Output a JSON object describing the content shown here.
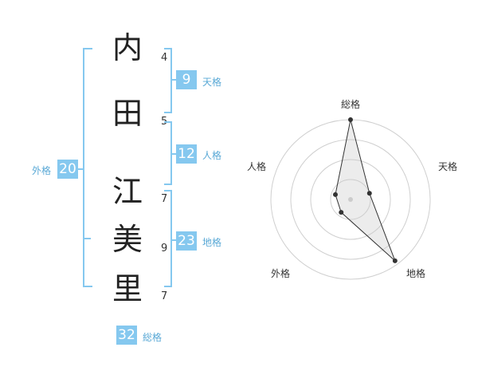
{
  "name": {
    "chars": [
      {
        "char": "内",
        "strokes": "4"
      },
      {
        "char": "田",
        "strokes": "5"
      },
      {
        "char": "江",
        "strokes": "7"
      },
      {
        "char": "美",
        "strokes": "9"
      },
      {
        "char": "里",
        "strokes": "7"
      }
    ]
  },
  "fortunes": {
    "tenkaku": {
      "value": "9",
      "label": "天格"
    },
    "jinkaku": {
      "value": "12",
      "label": "人格"
    },
    "chikaku": {
      "value": "23",
      "label": "地格"
    },
    "gaikaku": {
      "value": "20",
      "label": "外格"
    },
    "soukaku": {
      "value": "32",
      "label": "総格"
    }
  },
  "chart_data": {
    "type": "radar",
    "axes": [
      "総格",
      "天格",
      "地格",
      "外格",
      "人格"
    ],
    "values": [
      1.0,
      0.25,
      0.95,
      0.2,
      0.2
    ],
    "rings": 4
  },
  "colors": {
    "accent": "#85c8ef",
    "accent_text": "#5aa9d6"
  }
}
